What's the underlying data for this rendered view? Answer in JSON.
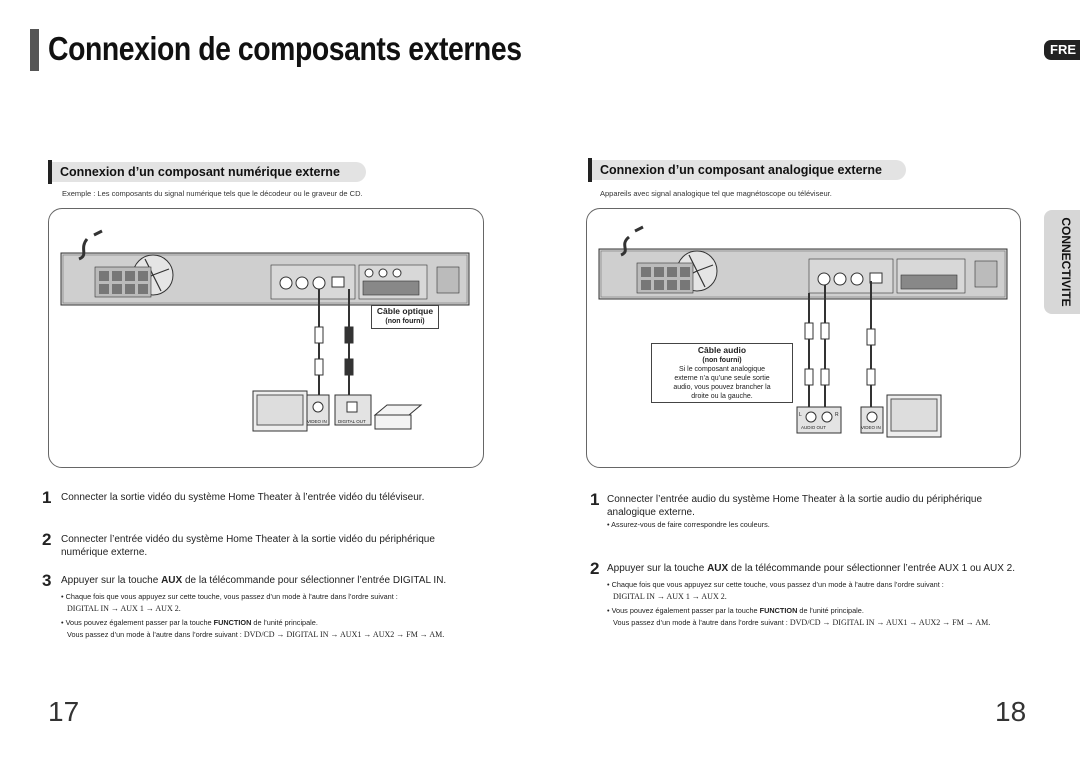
{
  "header": {
    "title": "Connexion de composants externes",
    "lang_tab": "FRE"
  },
  "side_tab": {
    "label": "CONNECTIVITE"
  },
  "left": {
    "section_title": "Connexion d’un composant numérique externe",
    "caption": "Exemple : Les composants du signal numérique tels que le décodeur ou le graveur de CD.",
    "cable_label": "Câble optique",
    "cable_note": "(non fourni)",
    "port_video_in": "VIDEO IN",
    "port_digital_out": "DIGITAL OUT",
    "steps": [
      {
        "num": "1",
        "text": "Connecter la sortie vidéo du système Home Theater à l’entrée vidéo du téléviseur."
      },
      {
        "num": "2",
        "text": "Connecter l’entrée vidéo du système Home Theater à la sortie vidéo du périphérique numérique externe."
      },
      {
        "num": "3",
        "text_pre": "Appuyer sur la touche ",
        "text_bold": "AUX",
        "text_post": " de la télécommande pour sélectionner l’entrée DIGITAL IN."
      }
    ],
    "bullets": {
      "b1": "• Chaque fois que vous appuyez sur cette touche, vous passez d’un mode à l’autre dans l’ordre suivant :",
      "b1_mode": "DIGITAL IN → AUX 1 → AUX 2.",
      "b2_pre": "• Vous pouvez également passer par la touche ",
      "b2_bold": "FUNCTION",
      "b2_post": " de l’unité principale.",
      "b2_line2": "Vous passez d’un mode à l’autre dans l’ordre suivant : ",
      "b2_mode": "DVD/CD → DIGITAL IN → AUX1 → AUX2 → FM → AM."
    }
  },
  "right": {
    "section_title": "Connexion d’un composant analogique externe",
    "caption": "Appareils avec signal analogique tel que magnétoscope ou téléviseur.",
    "cable_label": "Câble audio",
    "cable_note": "(non fourni)",
    "cable_desc": [
      "Si le composant analogique",
      "externe n’a qu’une seule sortie",
      "audio, vous pouvez brancher la",
      "droite ou la gauche."
    ],
    "port_audio_out": "AUDIO OUT",
    "port_video_in": "VIDEO IN",
    "lr_left": "L",
    "lr_right": "R",
    "steps": [
      {
        "num": "1",
        "text": "Connecter l’entrée audio du système Home Theater à la sortie audio du périphérique analogique externe."
      },
      {
        "num": "2",
        "text_pre": "Appuyer sur la touche ",
        "text_bold": "AUX",
        "text_post": " de la télécommande pour sélectionner l’entrée AUX 1 ou AUX  2."
      }
    ],
    "bullets": {
      "b0": "• Assurez-vous de faire correspondre les couleurs.",
      "b1": "• Chaque fois que vous appuyez sur cette touche, vous passez d’un mode à l’autre dans l’ordre suivant :",
      "b1_mode": "DIGITAL IN → AUX 1 → AUX 2.",
      "b2_pre": "• Vous pouvez également passer par la touche ",
      "b2_bold": "FUNCTION",
      "b2_post": " de l’unité principale.",
      "b2_line2": "Vous passez d’un mode à l’autre dans l’ordre suivant : ",
      "b2_mode": "DVD/CD → DIGITAL IN → AUX1 → AUX2 → FM → AM."
    }
  },
  "page_numbers": {
    "left": "17",
    "right": "18"
  }
}
